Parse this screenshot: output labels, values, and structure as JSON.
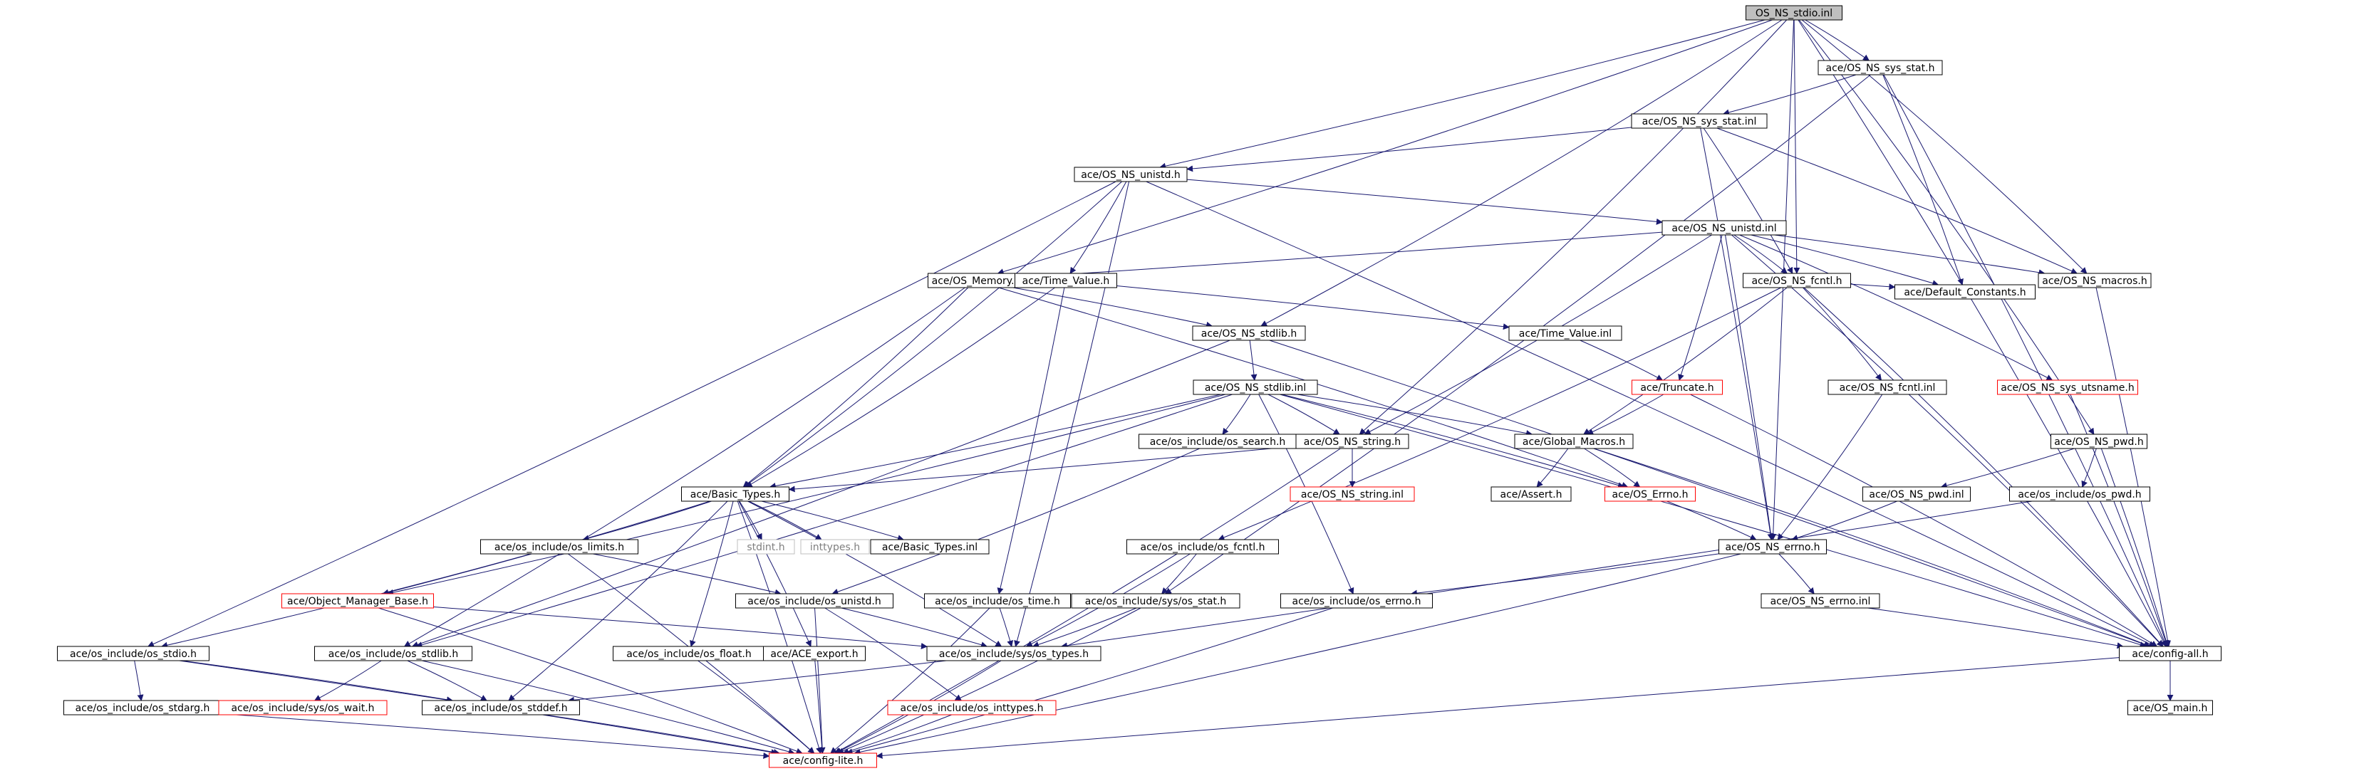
{
  "graph": {
    "nodes": [
      {
        "id": "root",
        "label": "OS_NS_stdio.inl",
        "style": "root"
      },
      {
        "id": "sys_stat_h",
        "label": "ace/OS_NS_sys_stat.h",
        "style": "normal"
      },
      {
        "id": "sys_stat_inl",
        "label": "ace/OS_NS_sys_stat.inl",
        "style": "normal"
      },
      {
        "id": "unistd_h",
        "label": "ace/OS_NS_unistd.h",
        "style": "normal"
      },
      {
        "id": "unistd_inl",
        "label": "ace/OS_NS_unistd.inl",
        "style": "normal"
      },
      {
        "id": "memory_h",
        "label": "ace/OS_Memory.h",
        "style": "normal"
      },
      {
        "id": "time_value_h",
        "label": "ace/Time_Value.h",
        "style": "normal"
      },
      {
        "id": "fcntl_h",
        "label": "ace/OS_NS_fcntl.h",
        "style": "normal"
      },
      {
        "id": "macros_h",
        "label": "ace/OS_NS_macros.h",
        "style": "normal"
      },
      {
        "id": "stdlib_h",
        "label": "ace/OS_NS_stdlib.h",
        "style": "normal"
      },
      {
        "id": "default_constants",
        "label": "ace/Default_Constants.h",
        "style": "normal"
      },
      {
        "id": "time_value_inl",
        "label": "ace/Time_Value.inl",
        "style": "normal"
      },
      {
        "id": "stdlib_inl",
        "label": "ace/OS_NS_stdlib.inl",
        "style": "normal"
      },
      {
        "id": "truncate_h",
        "label": "ace/Truncate.h",
        "style": "red"
      },
      {
        "id": "fcntl_inl",
        "label": "ace/OS_NS_fcntl.inl",
        "style": "normal"
      },
      {
        "id": "sys_utsname_h",
        "label": "ace/OS_NS_sys_utsname.h",
        "style": "red"
      },
      {
        "id": "os_search_h",
        "label": "ace/os_include/os_search.h",
        "style": "normal"
      },
      {
        "id": "string_h",
        "label": "ace/OS_NS_string.h",
        "style": "normal"
      },
      {
        "id": "global_macros_h",
        "label": "ace/Global_Macros.h",
        "style": "normal"
      },
      {
        "id": "pwd_h",
        "label": "ace/OS_NS_pwd.h",
        "style": "normal"
      },
      {
        "id": "basic_types_h",
        "label": "ace/Basic_Types.h",
        "style": "normal"
      },
      {
        "id": "string_inl",
        "label": "ace/OS_NS_string.inl",
        "style": "red"
      },
      {
        "id": "assert_h",
        "label": "ace/Assert.h",
        "style": "normal"
      },
      {
        "id": "os_errno_h",
        "label": "ace/OS_Errno.h",
        "style": "red"
      },
      {
        "id": "pwd_inl",
        "label": "ace/OS_NS_pwd.inl",
        "style": "normal"
      },
      {
        "id": "os_pwd_h",
        "label": "ace/os_include/os_pwd.h",
        "style": "normal"
      },
      {
        "id": "stdint_h",
        "label": "stdint.h",
        "style": "gray"
      },
      {
        "id": "inttypes_h",
        "label": "inttypes.h",
        "style": "gray"
      },
      {
        "id": "basic_types_inl",
        "label": "ace/Basic_Types.inl",
        "style": "normal"
      },
      {
        "id": "os_limits_h",
        "label": "ace/os_include/os_limits.h",
        "style": "normal"
      },
      {
        "id": "os_fcntl_h",
        "label": "ace/os_include/os_fcntl.h",
        "style": "normal"
      },
      {
        "id": "ns_errno_h",
        "label": "ace/OS_NS_errno.h",
        "style": "normal"
      },
      {
        "id": "obj_mgr_base_h",
        "label": "ace/Object_Manager_Base.h",
        "style": "red"
      },
      {
        "id": "os_unistd_h",
        "label": "ace/os_include/os_unistd.h",
        "style": "normal"
      },
      {
        "id": "os_time_h",
        "label": "ace/os_include/os_time.h",
        "style": "normal"
      },
      {
        "id": "os_sys_stat_h",
        "label": "ace/os_include/sys/os_stat.h",
        "style": "normal"
      },
      {
        "id": "os_errno_inc_h",
        "label": "ace/os_include/os_errno.h",
        "style": "normal"
      },
      {
        "id": "ns_errno_inl",
        "label": "ace/OS_NS_errno.inl",
        "style": "normal"
      },
      {
        "id": "os_stdio_h",
        "label": "ace/os_include/os_stdio.h",
        "style": "normal"
      },
      {
        "id": "os_stdlib_h",
        "label": "ace/os_include/os_stdlib.h",
        "style": "normal"
      },
      {
        "id": "os_float_h",
        "label": "ace/os_include/os_float.h",
        "style": "normal"
      },
      {
        "id": "ace_export_h",
        "label": "ace/ACE_export.h",
        "style": "normal"
      },
      {
        "id": "os_types_h",
        "label": "ace/os_include/sys/os_types.h",
        "style": "normal"
      },
      {
        "id": "config_all_h",
        "label": "ace/config-all.h",
        "style": "normal"
      },
      {
        "id": "os_stdarg_h",
        "label": "ace/os_include/os_stdarg.h",
        "style": "normal"
      },
      {
        "id": "os_wait_h",
        "label": "ace/os_include/sys/os_wait.h",
        "style": "red"
      },
      {
        "id": "os_stddef_h",
        "label": "ace/os_include/os_stddef.h",
        "style": "normal"
      },
      {
        "id": "os_inttypes_h",
        "label": "ace/os_include/os_inttypes.h",
        "style": "red"
      },
      {
        "id": "os_main_h",
        "label": "ace/OS_main.h",
        "style": "normal"
      },
      {
        "id": "config_lite_h",
        "label": "ace/config-lite.h",
        "style": "red"
      }
    ],
    "edges": [
      [
        "root",
        "sys_stat_h"
      ],
      [
        "root",
        "unistd_h"
      ],
      [
        "root",
        "memory_h"
      ],
      [
        "root",
        "fcntl_h"
      ],
      [
        "root",
        "macros_h"
      ],
      [
        "root",
        "stdlib_h"
      ],
      [
        "root",
        "string_h"
      ],
      [
        "root",
        "pwd_h"
      ],
      [
        "root",
        "ns_errno_h"
      ],
      [
        "root",
        "config_all_h"
      ],
      [
        "sys_stat_h",
        "sys_stat_inl"
      ],
      [
        "sys_stat_h",
        "default_constants"
      ],
      [
        "sys_stat_h",
        "config_all_h"
      ],
      [
        "sys_stat_h",
        "os_sys_stat_h"
      ],
      [
        "sys_stat_inl",
        "unistd_h"
      ],
      [
        "sys_stat_inl",
        "fcntl_h"
      ],
      [
        "sys_stat_inl",
        "ns_errno_h"
      ],
      [
        "sys_stat_inl",
        "macros_h"
      ],
      [
        "unistd_h",
        "unistd_inl"
      ],
      [
        "unistd_h",
        "time_value_h"
      ],
      [
        "unistd_h",
        "basic_types_h"
      ],
      [
        "unistd_h",
        "os_types_h"
      ],
      [
        "unistd_h",
        "os_stdio_h"
      ],
      [
        "unistd_h",
        "config_all_h"
      ],
      [
        "unistd_inl",
        "memory_h"
      ],
      [
        "unistd_inl",
        "fcntl_h"
      ],
      [
        "unistd_inl",
        "macros_h"
      ],
      [
        "unistd_inl",
        "default_constants"
      ],
      [
        "unistd_inl",
        "truncate_h"
      ],
      [
        "unistd_inl",
        "string_h"
      ],
      [
        "unistd_inl",
        "ns_errno_h"
      ],
      [
        "unistd_inl",
        "sys_utsname_h"
      ],
      [
        "unistd_inl",
        "config_all_h"
      ],
      [
        "memory_h",
        "basic_types_h"
      ],
      [
        "memory_h",
        "stdlib_h"
      ],
      [
        "memory_h",
        "os_errno_h"
      ],
      [
        "memory_h",
        "os_stdlib_h"
      ],
      [
        "time_value_h",
        "time_value_inl"
      ],
      [
        "time_value_h",
        "basic_types_h"
      ],
      [
        "time_value_h",
        "os_time_h"
      ],
      [
        "fcntl_h",
        "default_constants"
      ],
      [
        "fcntl_h",
        "fcntl_inl"
      ],
      [
        "fcntl_h",
        "global_macros_h"
      ],
      [
        "fcntl_h",
        "os_fcntl_h"
      ],
      [
        "fcntl_h",
        "config_all_h"
      ],
      [
        "macros_h",
        "config_all_h"
      ],
      [
        "stdlib_h",
        "stdlib_inl"
      ],
      [
        "stdlib_h",
        "os_stdlib_h"
      ],
      [
        "stdlib_h",
        "config_all_h"
      ],
      [
        "time_value_inl",
        "truncate_h"
      ],
      [
        "stdlib_inl",
        "basic_types_h"
      ],
      [
        "stdlib_inl",
        "os_search_h"
      ],
      [
        "stdlib_inl",
        "string_h"
      ],
      [
        "stdlib_inl",
        "global_macros_h"
      ],
      [
        "stdlib_inl",
        "os_errno_h"
      ],
      [
        "stdlib_inl",
        "os_errno_inc_h"
      ],
      [
        "stdlib_inl",
        "obj_mgr_base_h"
      ],
      [
        "stdlib_inl",
        "os_stdlib_h"
      ],
      [
        "stdlib_inl",
        "config_all_h"
      ],
      [
        "truncate_h",
        "global_macros_h"
      ],
      [
        "truncate_h",
        "config_all_h"
      ],
      [
        "fcntl_inl",
        "ns_errno_h"
      ],
      [
        "sys_utsname_h",
        "config_all_h"
      ],
      [
        "os_search_h",
        "os_unistd_h"
      ],
      [
        "string_h",
        "basic_types_h"
      ],
      [
        "string_h",
        "string_inl"
      ],
      [
        "string_h",
        "config_lite_h"
      ],
      [
        "global_macros_h",
        "assert_h"
      ],
      [
        "global_macros_h",
        "os_errno_h"
      ],
      [
        "global_macros_h",
        "config_all_h"
      ],
      [
        "pwd_h",
        "pwd_inl"
      ],
      [
        "pwd_h",
        "os_pwd_h"
      ],
      [
        "pwd_h",
        "config_all_h"
      ],
      [
        "basic_types_h",
        "stdint_h"
      ],
      [
        "basic_types_h",
        "inttypes_h"
      ],
      [
        "basic_types_h",
        "basic_types_inl"
      ],
      [
        "basic_types_h",
        "os_limits_h"
      ],
      [
        "basic_types_h",
        "obj_mgr_base_h"
      ],
      [
        "basic_types_h",
        "os_float_h"
      ],
      [
        "basic_types_h",
        "ace_export_h"
      ],
      [
        "basic_types_h",
        "os_types_h"
      ],
      [
        "basic_types_h",
        "os_stddef_h"
      ],
      [
        "basic_types_h",
        "config_lite_h"
      ],
      [
        "os_errno_h",
        "ns_errno_h"
      ],
      [
        "pwd_inl",
        "ns_errno_h"
      ],
      [
        "os_pwd_h",
        "os_types_h"
      ],
      [
        "os_limits_h",
        "os_unistd_h"
      ],
      [
        "os_limits_h",
        "os_stdio_h"
      ],
      [
        "os_limits_h",
        "config_lite_h"
      ],
      [
        "os_fcntl_h",
        "os_sys_stat_h"
      ],
      [
        "os_fcntl_h",
        "os_types_h"
      ],
      [
        "ns_errno_h",
        "os_errno_inc_h"
      ],
      [
        "ns_errno_h",
        "ns_errno_inl"
      ],
      [
        "ns_errno_h",
        "config_lite_h"
      ],
      [
        "obj_mgr_base_h",
        "os_types_h"
      ],
      [
        "obj_mgr_base_h",
        "config_lite_h"
      ],
      [
        "os_unistd_h",
        "os_types_h"
      ],
      [
        "os_unistd_h",
        "os_inttypes_h"
      ],
      [
        "os_unistd_h",
        "config_lite_h"
      ],
      [
        "os_time_h",
        "os_types_h"
      ],
      [
        "os_time_h",
        "config_lite_h"
      ],
      [
        "os_sys_stat_h",
        "os_types_h"
      ],
      [
        "os_sys_stat_h",
        "config_lite_h"
      ],
      [
        "os_errno_inc_h",
        "config_lite_h"
      ],
      [
        "ns_errno_inl",
        "config_all_h"
      ],
      [
        "os_stdio_h",
        "os_stdarg_h"
      ],
      [
        "os_stdio_h",
        "os_stddef_h"
      ],
      [
        "os_stdio_h",
        "config_lite_h"
      ],
      [
        "os_stdlib_h",
        "os_wait_h"
      ],
      [
        "os_stdlib_h",
        "os_stddef_h"
      ],
      [
        "os_stdlib_h",
        "config_lite_h"
      ],
      [
        "os_float_h",
        "config_lite_h"
      ],
      [
        "ace_export_h",
        "config_lite_h"
      ],
      [
        "os_types_h",
        "os_stddef_h"
      ],
      [
        "os_types_h",
        "config_lite_h"
      ],
      [
        "config_all_h",
        "os_main_h"
      ],
      [
        "config_all_h",
        "config_lite_h"
      ],
      [
        "os_stddef_h",
        "config_lite_h"
      ],
      [
        "os_inttypes_h",
        "config_lite_h"
      ],
      [
        "os_stdarg_h",
        "config_lite_h"
      ]
    ]
  },
  "colors": {
    "edge": "#191970",
    "node_border": "#000000",
    "red_border": "#ff0000",
    "gray_border": "#bfbfbf",
    "gray_text": "#7f7f7f",
    "root_fill": "#bfbfbf",
    "node_fill": "#ffffff"
  }
}
